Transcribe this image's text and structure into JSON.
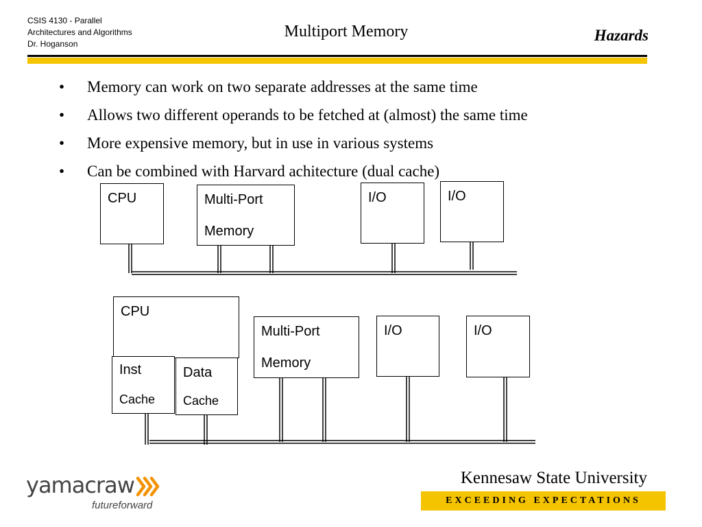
{
  "header": {
    "course_line1": "CSIS 4130 - Parallel",
    "course_line2": "Architectures and Algorithms",
    "instructor": "Dr. Hoganson",
    "title": "Multiport Memory",
    "section": "Hazards"
  },
  "bullets": [
    "Memory can work on two separate addresses at the same time",
    "Allows two different operands to be fetched at (almost) the same time",
    "More expensive memory, but in use in various systems",
    "Can be combined with Harvard achitecture (dual cache)"
  ],
  "diagram1": {
    "cpu": "CPU",
    "memory_line1": "Multi-Port",
    "memory_line2": "Memory",
    "io_a": "I/O",
    "io_b": "I/O"
  },
  "diagram2": {
    "cpu": "CPU",
    "inst_line1": "Inst",
    "inst_line2": "Cache",
    "data_line1": "Data",
    "data_line2": "Cache",
    "memory_line1": "Multi-Port",
    "memory_line2": "Memory",
    "io_a": "I/O",
    "io_b": "I/O"
  },
  "footer": {
    "university": "Kennesaw State University",
    "slogan": "EXCEEDING EXPECTATIONS",
    "logo_brand": "yamacraw",
    "logo_tag": "futureforward"
  },
  "colors": {
    "accent": "#f5c400",
    "logo_orange": "#f39200",
    "logo_gray": "#444444"
  }
}
